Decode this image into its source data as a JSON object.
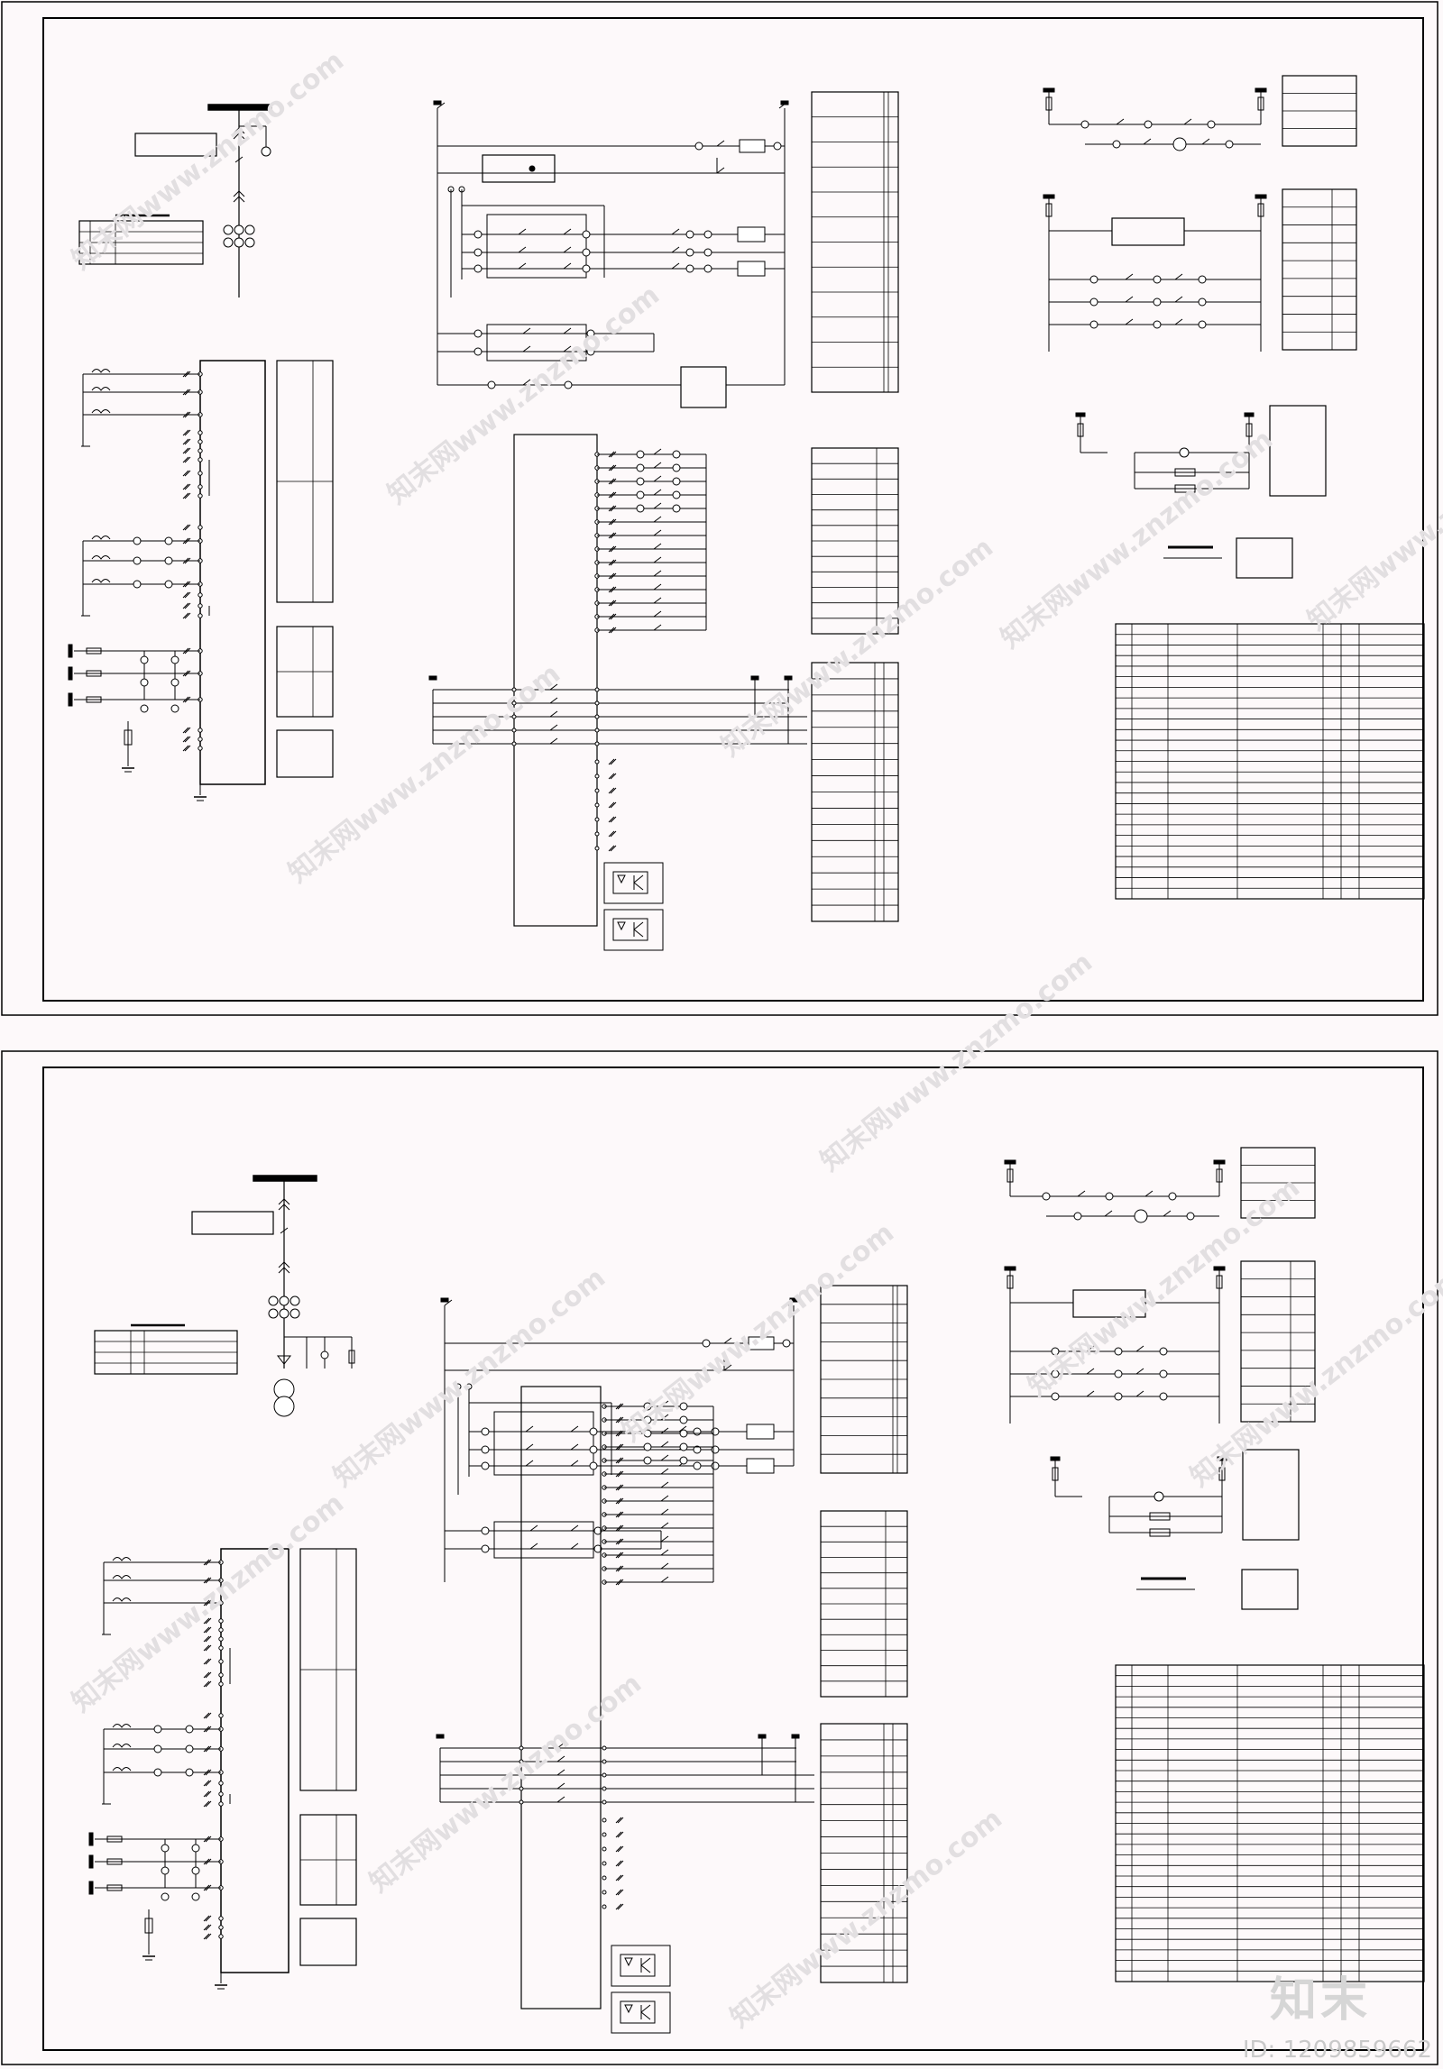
{
  "watermark": {
    "text": "知末网www.znzmo.com"
  },
  "footer": {
    "brand": "知末",
    "id_text": "ID: 1209859662"
  },
  "colors": {
    "background": "#fdf9fa",
    "line": "#000000",
    "watermark": "#e2dfe1"
  },
  "sheets": [
    {
      "label": "drawing-sheet-1"
    },
    {
      "label": "drawing-sheet-2"
    }
  ]
}
